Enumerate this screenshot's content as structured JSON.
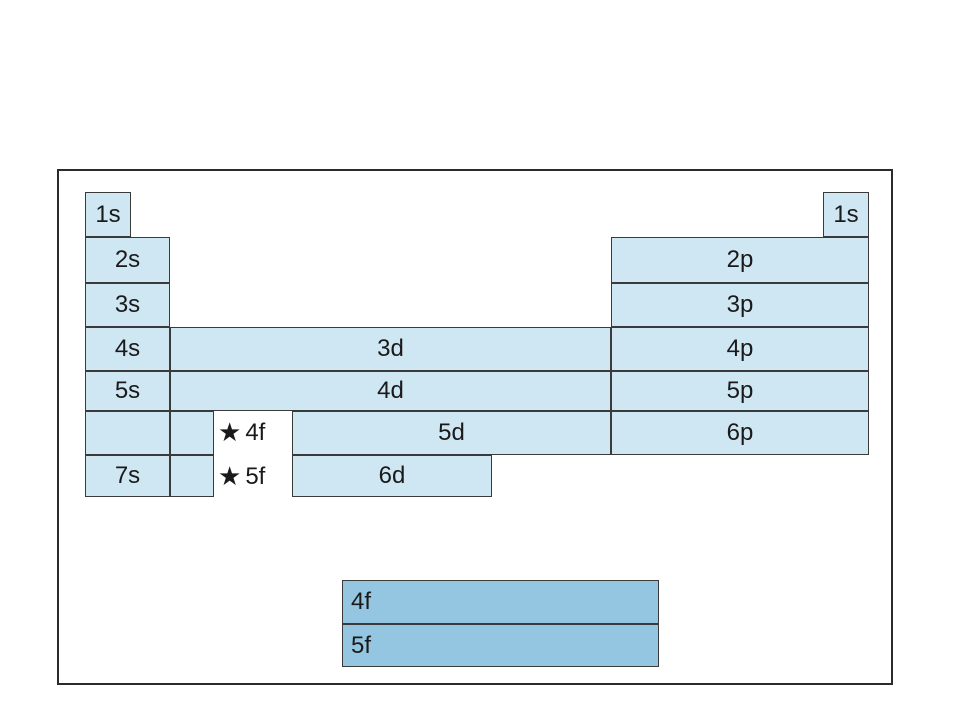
{
  "blocks": {
    "s1_left": "1s",
    "s1_right": "1s",
    "s2": "2s",
    "s3": "3s",
    "s4": "4s",
    "s5": "5s",
    "s6": "",
    "s7": "7s",
    "p2": "2p",
    "p3": "3p",
    "p4": "4p",
    "p5": "5p",
    "p6": "6p",
    "d3": "3d",
    "d4": "4d",
    "d5": "5d",
    "d6": "6d",
    "f4_inline": "4f",
    "f5_inline": "5f",
    "f4_bottom": "4f",
    "f5_bottom": "5f",
    "star_symbol": "★"
  },
  "colors": {
    "s_p_d_block": "#cfe6f3",
    "f_block": "#94c6e1",
    "border": "#3a3a3a"
  }
}
